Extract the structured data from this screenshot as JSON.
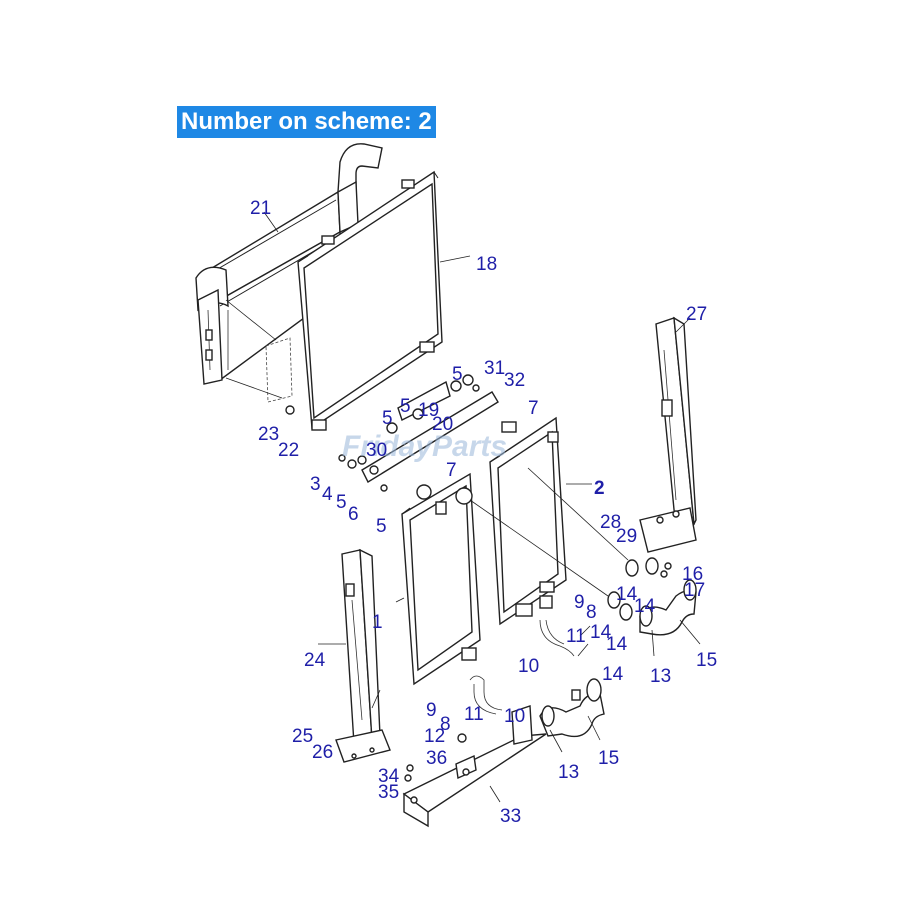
{
  "title": "Number on scheme: 2",
  "watermark": "FridayParts",
  "callouts": {
    "c21": "21",
    "c18": "18",
    "c27": "27",
    "c31": "31",
    "c32": "32",
    "c5a": "5",
    "c5b": "5",
    "c19": "19",
    "c5c": "5",
    "c7a": "7",
    "c20": "20",
    "c23": "23",
    "c22": "22",
    "c30": "30",
    "c34": "3",
    "c4": "4",
    "c5d": "5",
    "c6": "6",
    "c5e": "5",
    "c7b": "7",
    "c2": "2",
    "c28": "28",
    "c29": "29",
    "c16": "16",
    "c17": "17",
    "c14a": "14",
    "c14b": "14",
    "c9a": "9",
    "c8a": "8",
    "c14c": "14",
    "c14d": "14",
    "c11a": "11",
    "c1": "1",
    "c24": "24",
    "c10a": "10",
    "c13a": "13",
    "c15a": "15",
    "c14e": "14",
    "c9b": "9",
    "c8b": "8",
    "c11b": "11",
    "c10b": "10",
    "c25": "25",
    "c26": "26",
    "c12": "12",
    "c36": "36",
    "c15b": "15",
    "c13b": "13",
    "c34b": "34",
    "c35": "35",
    "c33": "33"
  }
}
